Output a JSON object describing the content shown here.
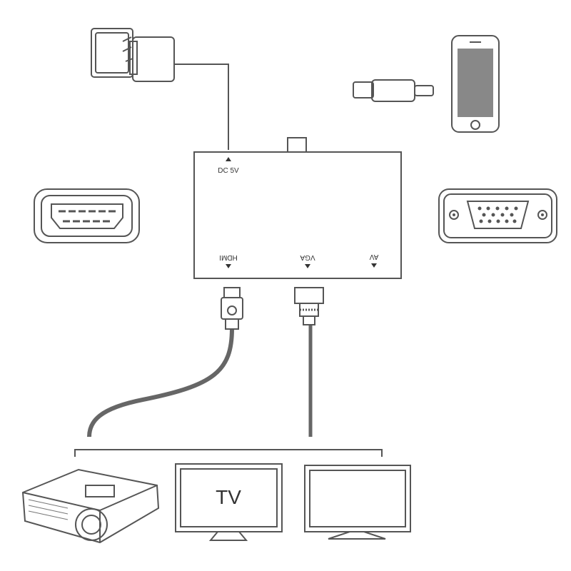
{
  "adapter": {
    "dc_label": "DC 5V",
    "hdmi_label": "HDMI",
    "vga_label": "VGA",
    "av_label": "AV"
  },
  "devices": {
    "tv_label": "TV"
  }
}
